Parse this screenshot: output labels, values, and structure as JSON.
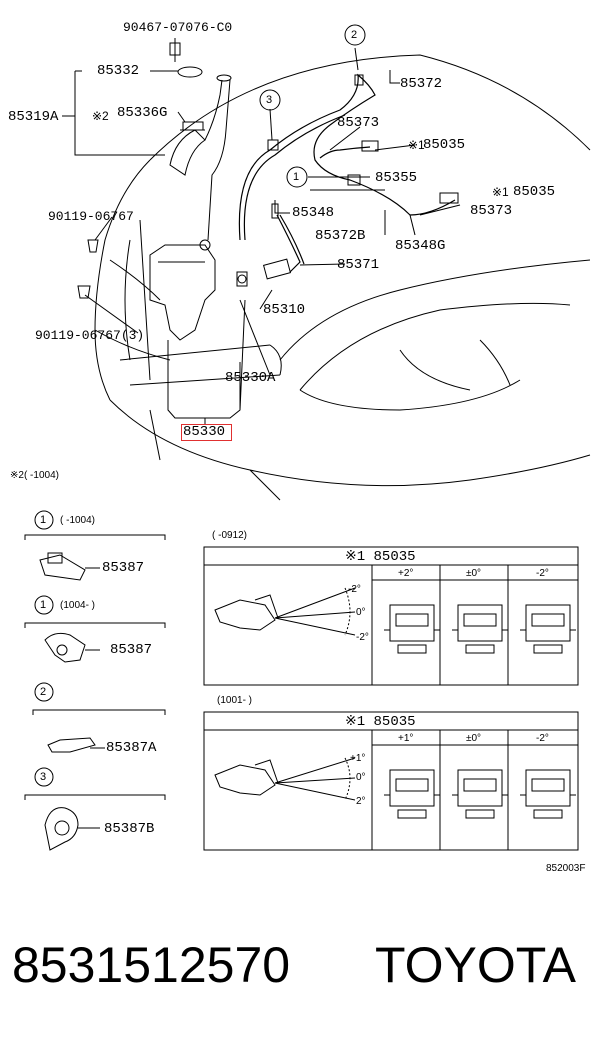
{
  "labels": {
    "p90467": "90467-07076-C0",
    "p85332": "85332",
    "p85319A": "85319A",
    "mark_2": "※2",
    "p85336G": "85336G",
    "p90119a": "90119-06767",
    "p90119b": "90119-06767(3)",
    "p85372": "85372",
    "p85373a": "85373",
    "p85035a": "85035",
    "p85355": "85355",
    "p85035b": "85035",
    "p85348": "85348",
    "p85373b": "85373",
    "p85372B": "85372B",
    "p85348G": "85348G",
    "p85371": "85371",
    "p85310": "85310",
    "p85330A": "85330A",
    "p85330": "85330",
    "note2": "※2(   -1004)",
    "ref_code": "852003F"
  },
  "circles": {
    "c1": "1",
    "c2": "2",
    "c3": "3"
  },
  "details": {
    "d1_range": "(   -1004)",
    "d1_part": "85387",
    "d2_range": "(1004-   )",
    "d2_part": "85387",
    "d3_part": "85387A",
    "d4_part": "85387B"
  },
  "tables": {
    "t1_range": "(   -0912)",
    "t1_title": "※1 85035",
    "t1_cols": [
      "+2°",
      "±0°",
      "-2°"
    ],
    "t1_angles": [
      "-2°",
      "0°",
      "-2°"
    ],
    "t2_range": "(1001-   )",
    "t2_title": "※1 85035",
    "t2_cols": [
      "+1°",
      "±0°",
      "-2°"
    ],
    "t2_angles": [
      "+1°",
      "0°",
      "2°"
    ]
  },
  "footer": {
    "part_number": "8531512570",
    "brand": "TOYOTA"
  },
  "colors": {
    "highlight": "#e03030",
    "line": "#000000"
  }
}
